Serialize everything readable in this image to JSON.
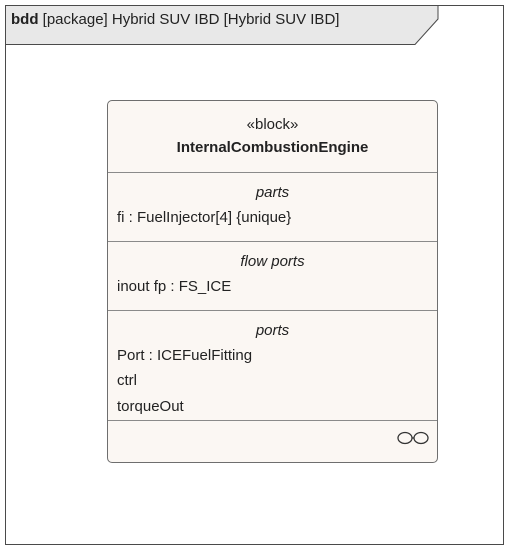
{
  "frame": {
    "keyword": "bdd",
    "title": " [package] Hybrid SUV IBD [Hybrid SUV IBD]"
  },
  "block": {
    "stereotype": "«block»",
    "name": "InternalCombustionEngine",
    "compartments": [
      {
        "title": "parts",
        "lines": [
          "fi : FuelInjector[4] {unique}"
        ]
      },
      {
        "title": "flow ports",
        "lines": [
          "inout fp : FS_ICE"
        ]
      },
      {
        "title": "ports",
        "lines": [
          "Port : ICEFuelFitting",
          "ctrl",
          "torqueOut"
        ]
      }
    ],
    "icon": "chain-link-icon"
  }
}
